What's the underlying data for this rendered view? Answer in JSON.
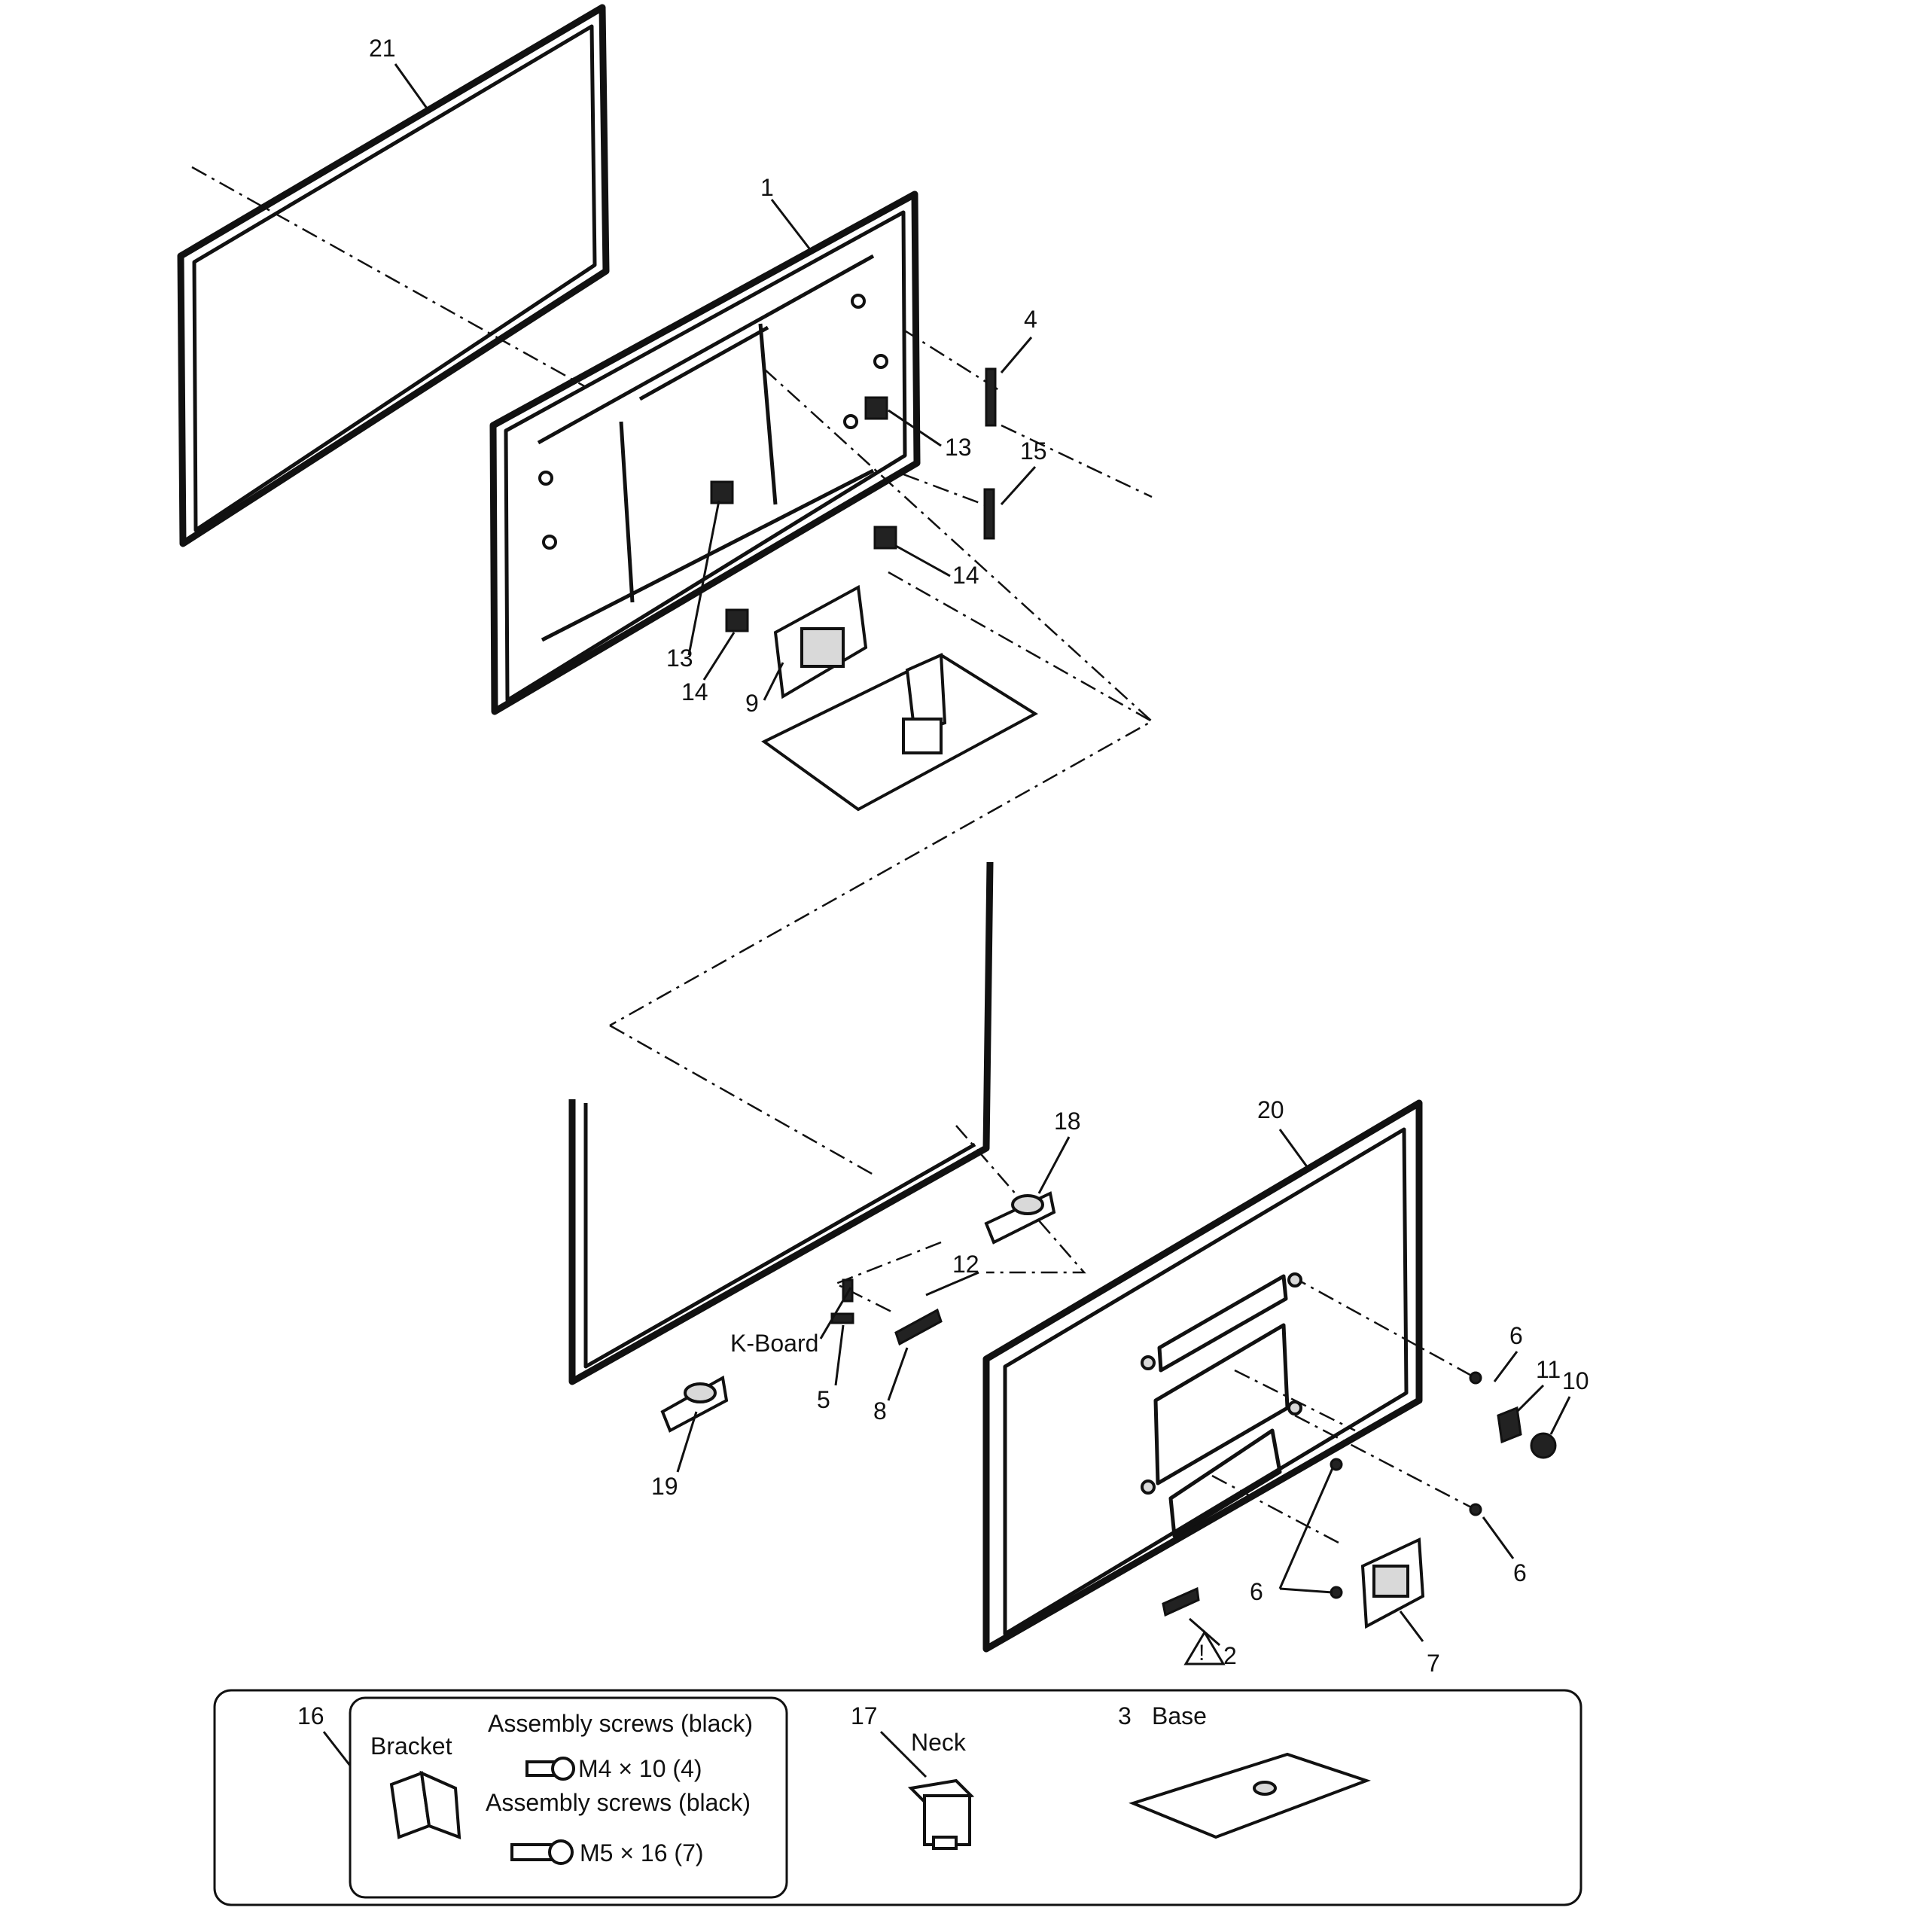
{
  "callouts": {
    "c21": "21",
    "c1": "1",
    "c4": "4",
    "c13a": "13",
    "c15": "15",
    "c14a": "14",
    "c13b": "13",
    "c14b": "14",
    "c9": "9",
    "c18": "18",
    "c20": "20",
    "c12": "12",
    "k_board": "K-Board",
    "c5": "5",
    "c8": "8",
    "c19": "19",
    "c6a": "6",
    "c11": "11",
    "c10": "10",
    "c6b": "6",
    "c6c": "6",
    "c2": "2",
    "c7": "7"
  },
  "legend": {
    "c16": "16",
    "bracket_label": "Bracket",
    "screws_1_title": "Assembly screws (black)",
    "screws_1_spec": "M4 × 10 (4)",
    "screws_2_title": "Assembly screws (black)",
    "screws_2_spec": "M5 × 16 (7)",
    "c17": "17",
    "neck_label": "Neck",
    "base_num": "3",
    "base_label": "Base"
  }
}
